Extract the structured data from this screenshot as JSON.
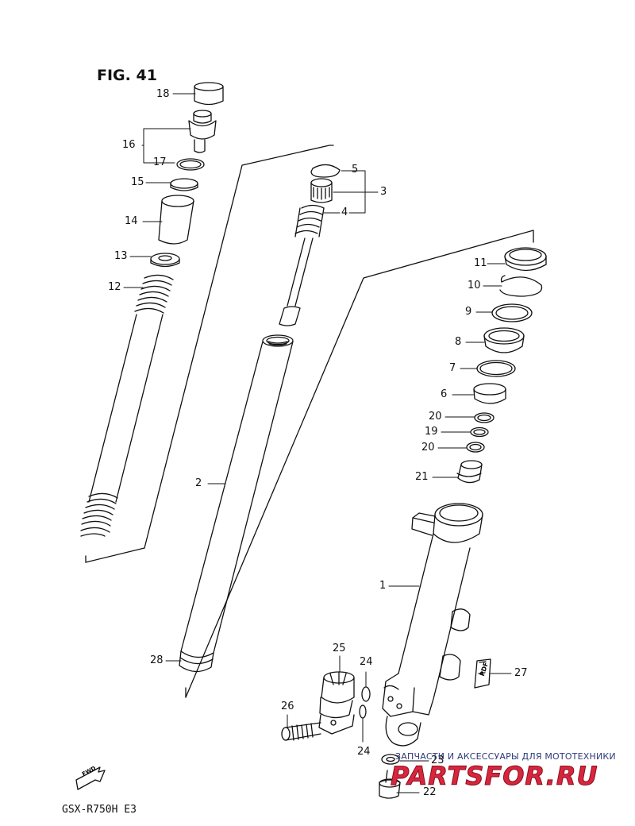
{
  "figure": {
    "title": "FIG. 41",
    "model_code": "GSX-R750H  E3"
  },
  "watermark": {
    "tagline": "ЗАПЧАСТИ И АКСЕССУАРЫ ДЛЯ МОТОТЕХНИКИ",
    "logo": "PARTSFOR.RU"
  },
  "stamps": {
    "fwd": "FWD",
    "pdf": "PDF"
  },
  "part_labels": {
    "p1": "1",
    "p2": "2",
    "p3": "3",
    "p4": "4",
    "p5": "5",
    "p6": "6",
    "p7": "7",
    "p8": "8",
    "p9": "9",
    "p10": "10",
    "p11": "11",
    "p12": "12",
    "p13": "13",
    "p14": "14",
    "p15": "15",
    "p16": "16",
    "p17": "17",
    "p18": "18",
    "p19": "19",
    "p20a": "20",
    "p20b": "20",
    "p21": "21",
    "p22": "22",
    "p23": "23",
    "p24a": "24",
    "p24b": "24",
    "p25": "25",
    "p26": "26",
    "p27": "27",
    "p28": "28"
  }
}
